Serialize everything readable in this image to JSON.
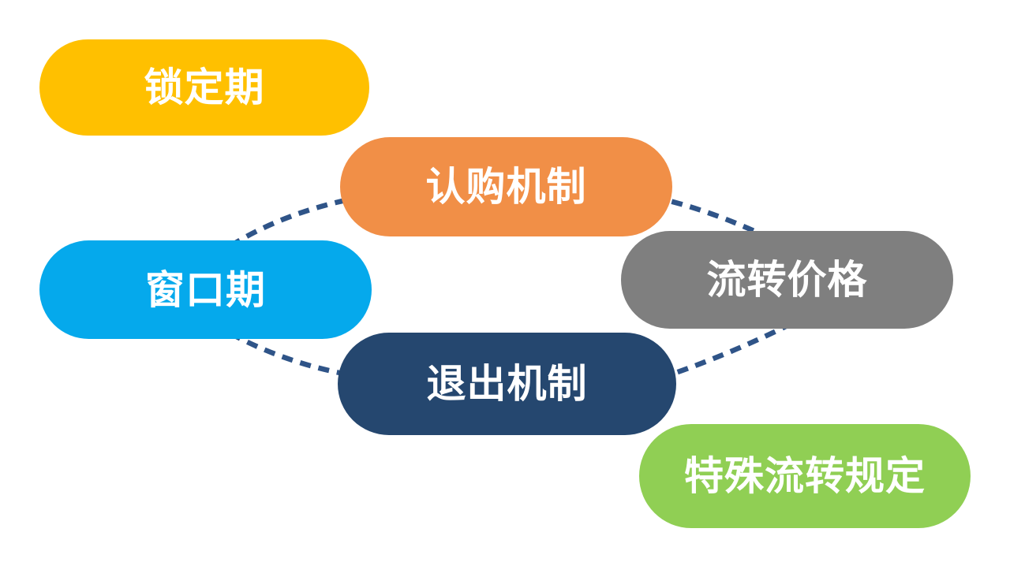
{
  "canvas": {
    "background": "#FFFFFF"
  },
  "diagram": {
    "text_color": "#FFFFFF",
    "nodes": [
      {
        "id": "lock-period",
        "label": "锁定期",
        "color": "#FFC000"
      },
      {
        "id": "subscription-mechanism",
        "label": "认购机制",
        "color": "#F18F47"
      },
      {
        "id": "window-period",
        "label": "窗口期",
        "color": "#05A9EC"
      },
      {
        "id": "transfer-price",
        "label": "流转价格",
        "color": "#7F7F7F"
      },
      {
        "id": "exit-mechanism",
        "label": "退出机制",
        "color": "#25476F"
      },
      {
        "id": "special-transfer-rules",
        "label": "特殊流转规定",
        "color": "#90CF54"
      }
    ],
    "connectors": {
      "color": "#2F5488",
      "style": "dashed",
      "links": [
        {
          "from": "window-period",
          "to": "subscription-mechanism"
        },
        {
          "from": "window-period",
          "to": "exit-mechanism"
        },
        {
          "from": "subscription-mechanism",
          "to": "transfer-price"
        },
        {
          "from": "exit-mechanism",
          "to": "transfer-price"
        }
      ]
    }
  }
}
